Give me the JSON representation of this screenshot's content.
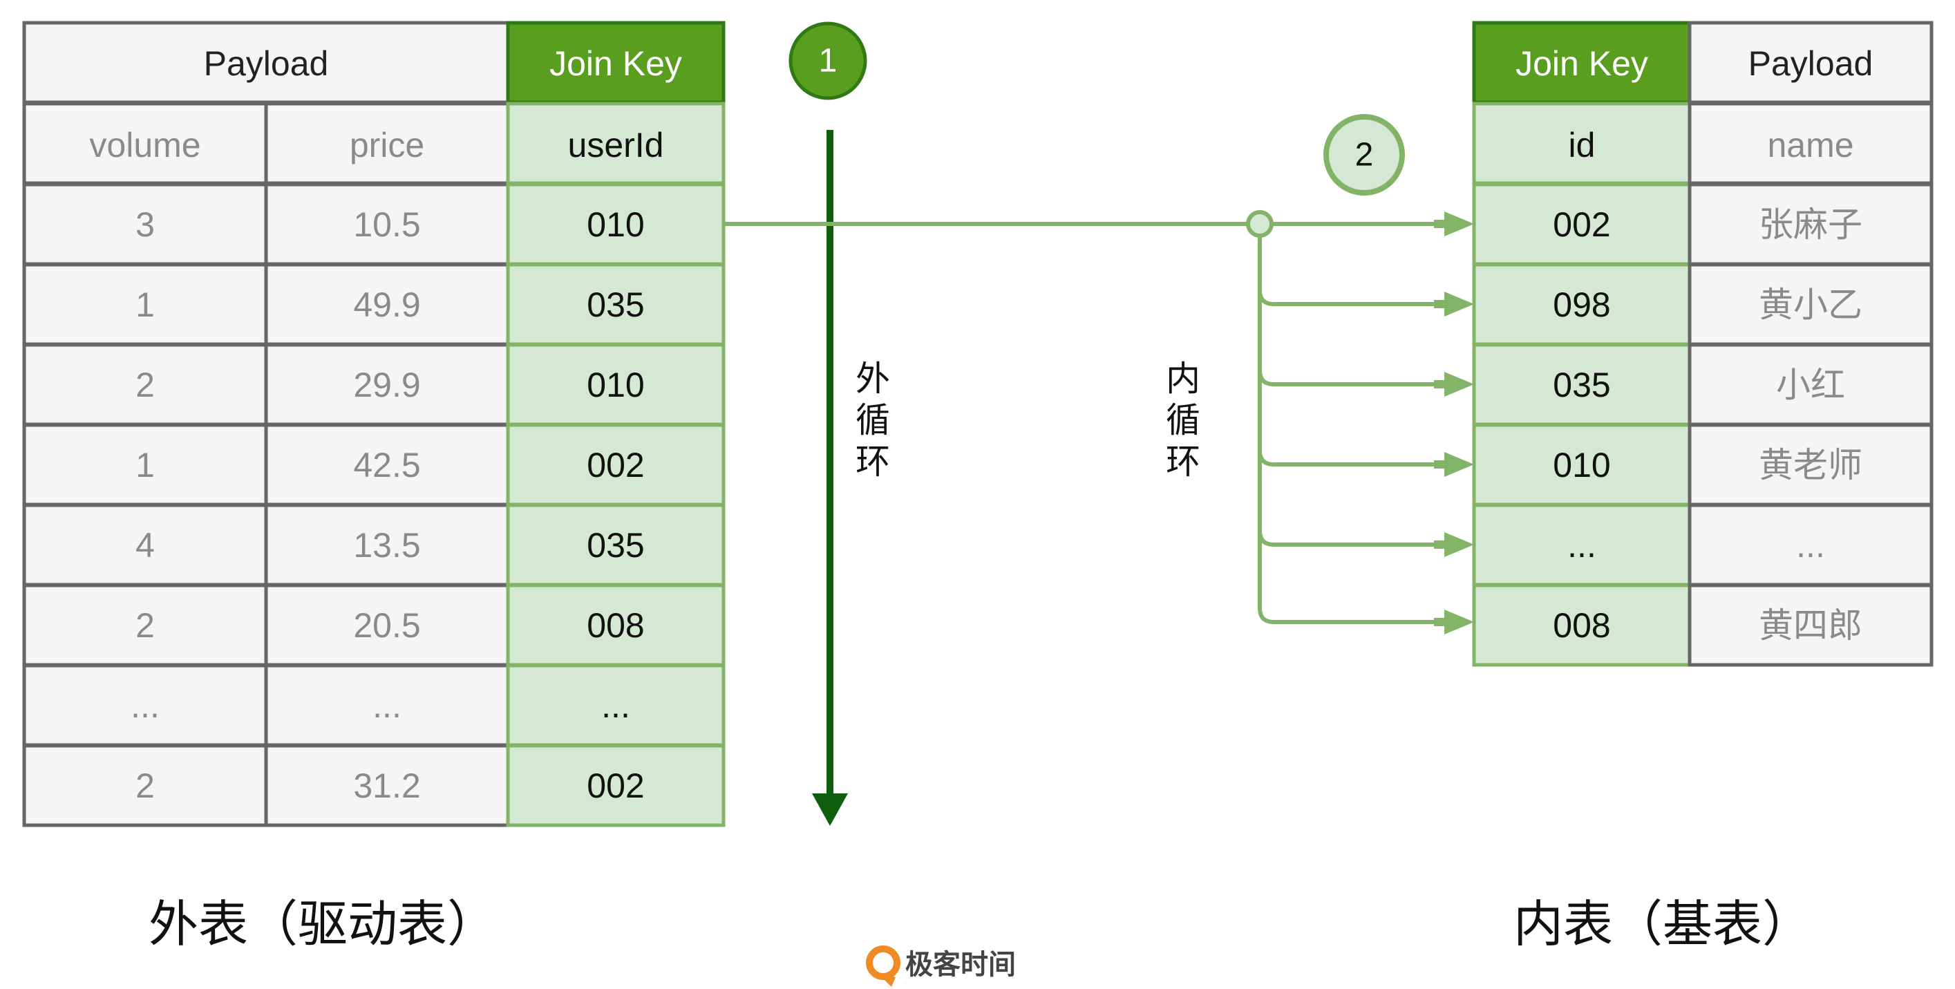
{
  "outer_table": {
    "payload_header": "Payload",
    "key_header": "Join Key",
    "columns": [
      "volume",
      "price",
      "userId"
    ],
    "rows": [
      [
        "3",
        "10.5",
        "010"
      ],
      [
        "1",
        "49.9",
        "035"
      ],
      [
        "2",
        "29.9",
        "010"
      ],
      [
        "1",
        "42.5",
        "002"
      ],
      [
        "4",
        "13.5",
        "035"
      ],
      [
        "2",
        "20.5",
        "008"
      ],
      [
        "...",
        "...",
        "..."
      ],
      [
        "2",
        "31.2",
        "002"
      ]
    ],
    "caption": "外表（驱动表）"
  },
  "inner_table": {
    "key_header": "Join Key",
    "payload_header": "Payload",
    "columns": [
      "id",
      "name"
    ],
    "rows": [
      [
        "002",
        "张麻子"
      ],
      [
        "098",
        "黄小乙"
      ],
      [
        "035",
        "小红"
      ],
      [
        "010",
        "黄老师"
      ],
      [
        "...",
        "..."
      ],
      [
        "008",
        "黄四郎"
      ]
    ],
    "caption": "内表（基表）"
  },
  "markers": {
    "step1": "1",
    "step2": "2"
  },
  "loops": {
    "outer_label": [
      "外",
      "循",
      "环"
    ],
    "inner_label": [
      "内",
      "循",
      "环"
    ]
  },
  "logo": {
    "text": "极客时间",
    "watermark": "极客时间"
  },
  "colors": {
    "header_green": "#5a9e1f",
    "header_border": "#2f7a12",
    "key_fill": "#d5e8d4",
    "key_border": "#82b366",
    "grey_border": "#666666",
    "grey_fill": "#f5f5f5",
    "dark_green": "#0e5e0e",
    "arrow_green": "#82b366",
    "step2_fill": "#d5e8d4",
    "logo_orange": "#f08a24"
  }
}
